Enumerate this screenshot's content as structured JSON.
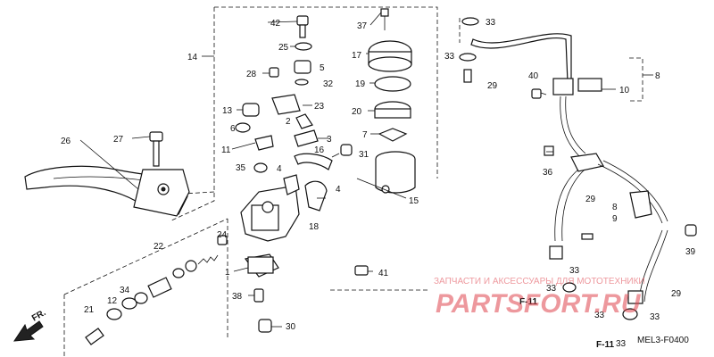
{
  "diagram": {
    "code": "MEL3-F0400",
    "ref_labels": [
      "F-11",
      "F-11"
    ],
    "fr_label": "FR.",
    "callouts": [
      "1",
      "2",
      "3",
      "4",
      "4",
      "5",
      "6",
      "7",
      "8",
      "8",
      "9",
      "10",
      "11",
      "12",
      "13",
      "14",
      "15",
      "16",
      "17",
      "18",
      "19",
      "20",
      "21",
      "22",
      "23",
      "24",
      "25",
      "26",
      "27",
      "28",
      "29",
      "29",
      "29",
      "30",
      "31",
      "32",
      "33",
      "33",
      "33",
      "33",
      "33",
      "33",
      "33",
      "34",
      "35",
      "36",
      "37",
      "38",
      "39",
      "40",
      "41",
      "42"
    ]
  },
  "watermark": {
    "text": "ЗАПЧАСТИ И АКСЕССУАРЫ ДЛЯ МОТОТЕХНИКИ",
    "brand": "PARTSFORT.RU"
  }
}
